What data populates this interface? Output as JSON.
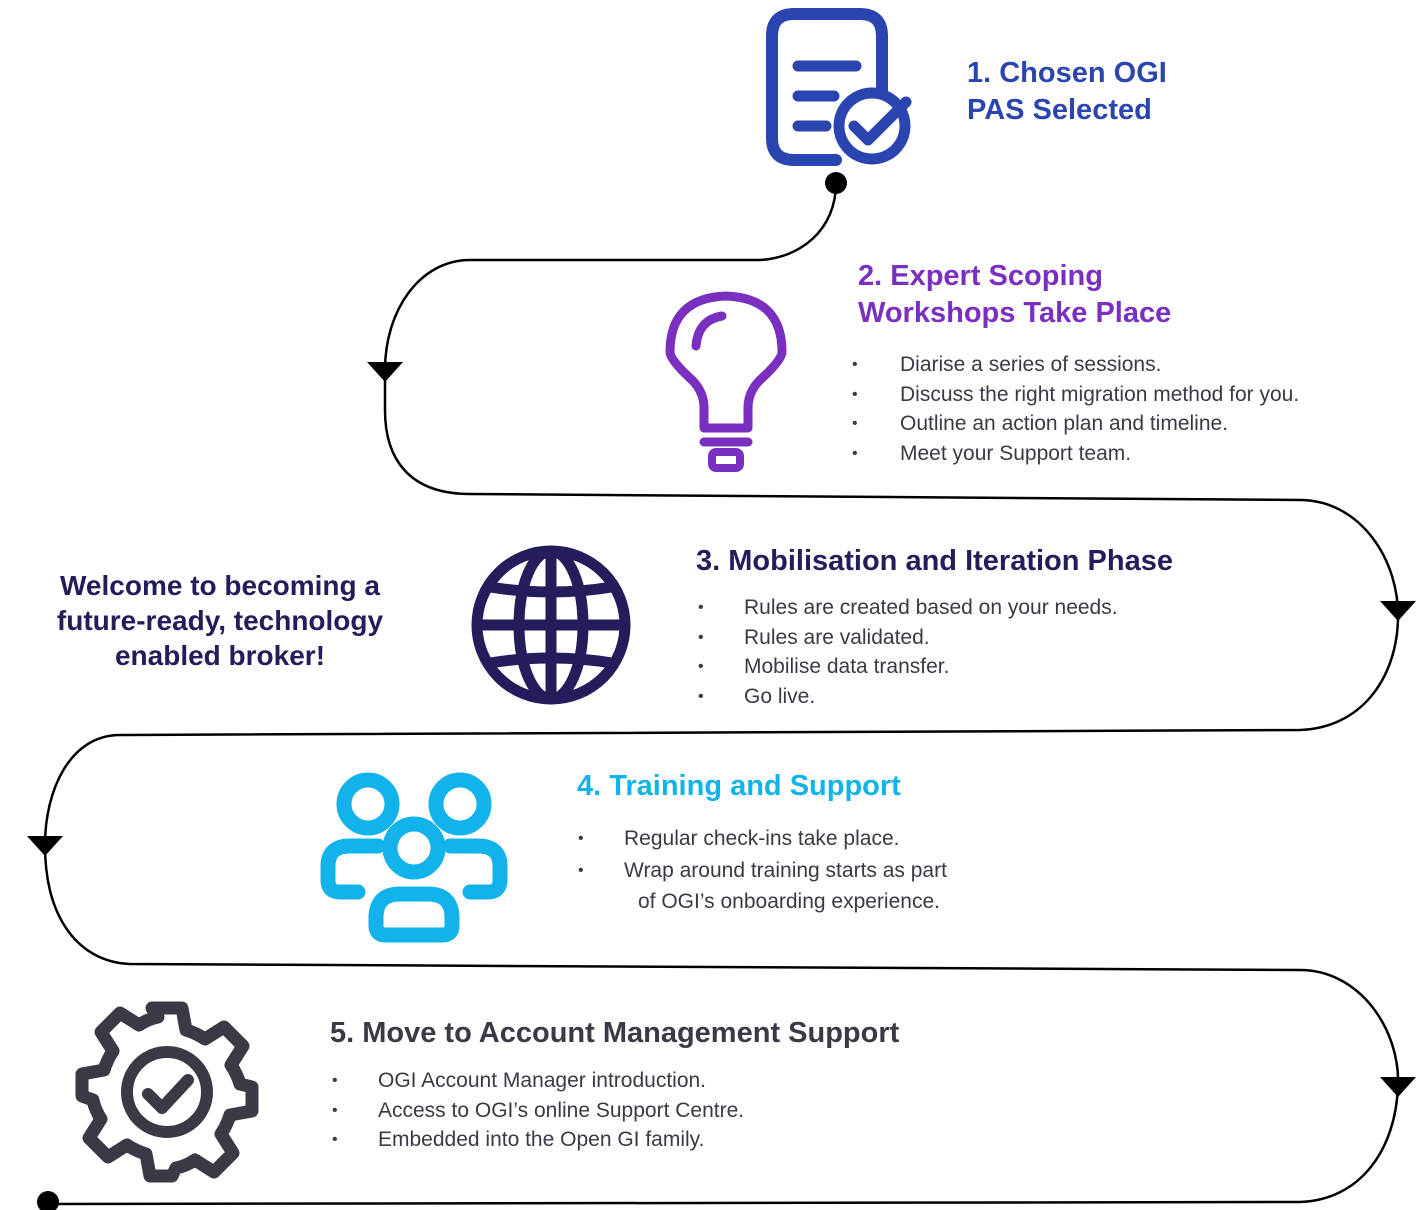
{
  "colors": {
    "step1": "#2b45b0",
    "step2": "#7a2fc0",
    "step3": "#231d5c",
    "step4": "#12b3ea",
    "step5": "#3a3a46",
    "path": "#000000"
  },
  "welcome": "Welcome to becoming a future-ready, technology enabled broker!",
  "steps": [
    {
      "icon": "document-check-icon",
      "title_line1": "1. Chosen OGI",
      "title_line2": "PAS Selected",
      "bullets": []
    },
    {
      "icon": "lightbulb-icon",
      "title_line1": "2. Expert Scoping",
      "title_line2": "Workshops Take Place",
      "bullets": [
        "Diarise a series of sessions.",
        "Discuss the right migration method for you.",
        "Outline an action plan and timeline.",
        "Meet your Support team."
      ]
    },
    {
      "icon": "globe-icon",
      "title_line1": "3. Mobilisation and Iteration Phase",
      "bullets": [
        "Rules are created based on your needs.",
        "Rules are validated.",
        "Mobilise data transfer.",
        "Go live."
      ]
    },
    {
      "icon": "users-group-icon",
      "title_line1": "4. Training and Support",
      "bullets": [
        "Regular check-ins take place.",
        "Wrap around training starts as part",
        "of OGI’s onboarding experience."
      ]
    },
    {
      "icon": "gear-check-icon",
      "title_line1": "5. Move to Account Management Support",
      "bullets": [
        "OGI Account Manager introduction.",
        "Access to OGI’s online Support Centre.",
        "Embedded into the Open GI family."
      ]
    }
  ]
}
